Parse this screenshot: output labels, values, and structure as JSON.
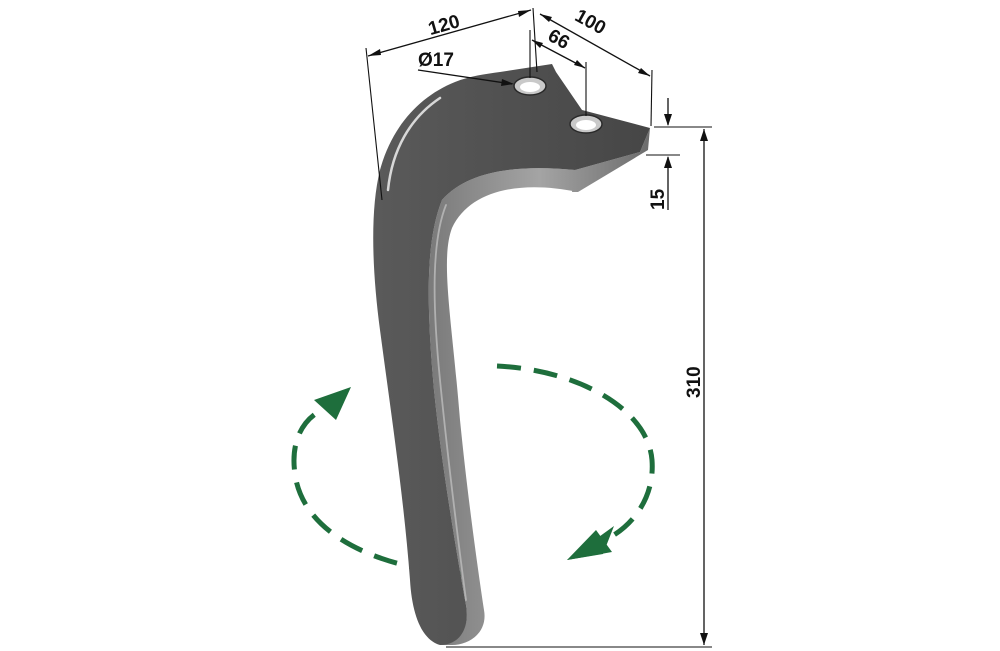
{
  "dimensions": {
    "total_width": "120",
    "hole_spacing_outer": "100",
    "hole_spacing_inner": "66",
    "hole_diameter": "Ø17",
    "thickness": "15",
    "height": "310"
  },
  "colors": {
    "tine_face": "#505050",
    "tine_side": "#8f8f8f",
    "tine_highlight": "#d8d8d8",
    "rotation_arrow": "#1e6e3c",
    "dimension_lines": "#111111"
  }
}
